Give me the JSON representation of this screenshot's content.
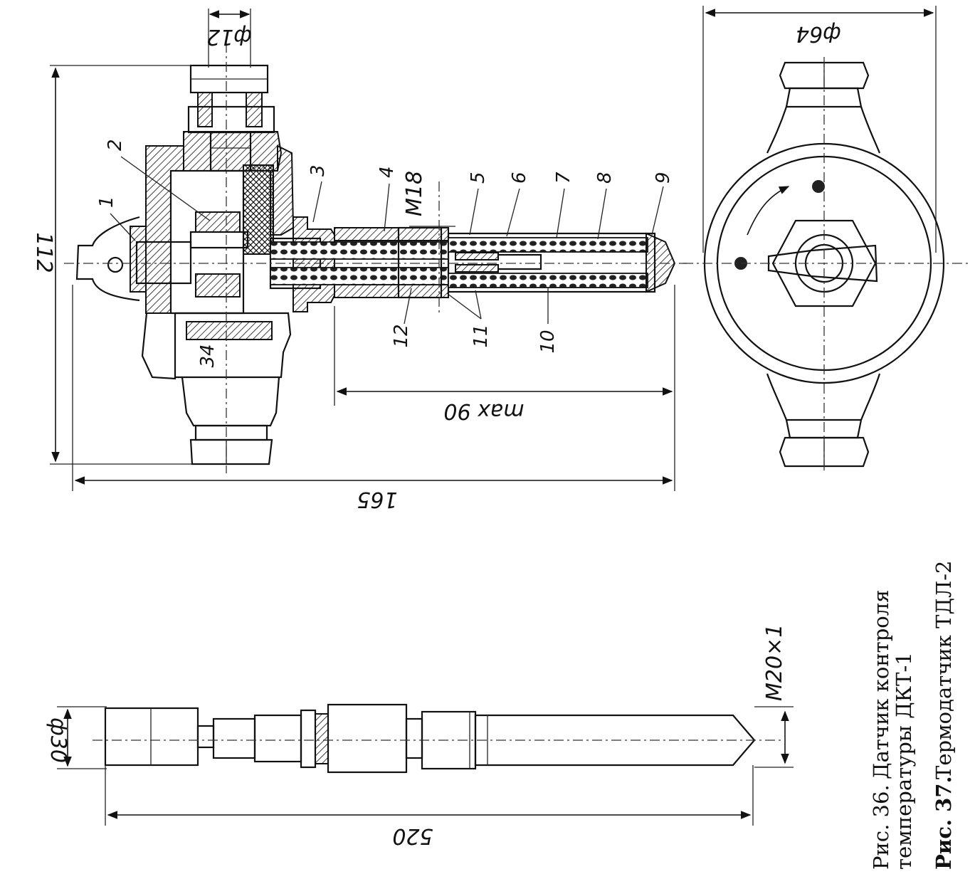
{
  "figure36": {
    "dimensions": {
      "phi12": "ф12",
      "h112": "112",
      "m18": "М18",
      "max90": "max 90",
      "l165": "165",
      "phi64": "ф64",
      "label34": "34"
    },
    "callouts": [
      "1",
      "2",
      "3",
      "4",
      "5",
      "6",
      "7",
      "8",
      "9",
      "10",
      "11",
      "12"
    ],
    "caption_bold": "Рис. 36.",
    "caption_text1": "Датчик    контроля",
    "caption_text2": "температуры ДКТ-1"
  },
  "figure37": {
    "dimensions": {
      "phi30": "ф30",
      "m20": "М20×1",
      "l520": "520"
    },
    "caption_bold": "Рис. 37.",
    "caption_text": "Термодатчик ТДЛ-2"
  }
}
